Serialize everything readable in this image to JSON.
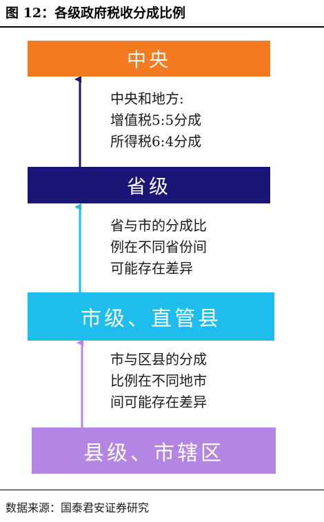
{
  "title": "图 12：各级政府税收分成比例",
  "boxes": {
    "central": "中央",
    "provincial": "省级",
    "municipal": "市级、直管县",
    "county": "县级、市辖区"
  },
  "notes": {
    "central_local": [
      "中央和地方:",
      "增值税5:5分成",
      "所得税6:4分成"
    ],
    "province_city": [
      "省与市的分成比",
      "例在不同省份间",
      "可能存在差异"
    ],
    "city_county": [
      "市与区县的分成",
      "比例在不同地市",
      "间可能存在差异"
    ]
  },
  "source": "数据来源：国泰君安证券研究",
  "colors": {
    "central": "#f47b20",
    "provincial": "#1c1578",
    "municipal": "#1fbcee",
    "county": "#b386e3"
  }
}
